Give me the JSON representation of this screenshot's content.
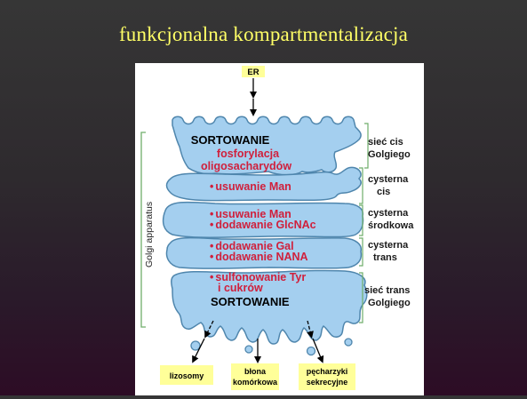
{
  "slide": {
    "title": "funkcjonalna kompartmentalizacja"
  },
  "diagram": {
    "er_label": "ER",
    "golgi_label": "Golgi apparatus",
    "cis_network": {
      "heading": "SORTOWANIE",
      "line1": "fosforylacja",
      "line2": "oligosacharydów"
    },
    "cis_cisterna": {
      "item1": "usuwanie Man"
    },
    "medial_cisterna": {
      "item1": "usuwanie Man",
      "item2": "dodawanie GlcNAc"
    },
    "trans_cisterna": {
      "item1": "dodawanie Gal",
      "item2": "dodawanie NANA"
    },
    "trans_network": {
      "item1": "sulfonowanie Tyr",
      "item1b": "i cukrów",
      "heading": "SORTOWANIE"
    },
    "side_labels": {
      "cis_network": [
        "sieć cis",
        "Golgiego"
      ],
      "cis_cisterna": [
        "cysterna",
        "cis"
      ],
      "medial_cisterna": [
        "cysterna",
        "środkowa"
      ],
      "trans_cisterna": [
        "cysterna",
        "trans"
      ],
      "trans_network": [
        "sieć trans",
        "Golgiego"
      ]
    },
    "destinations": {
      "lysosomes": [
        "lizosomy"
      ],
      "membrane": [
        "błona",
        "komórkowa"
      ],
      "vesicles": [
        "pęcharzyki",
        "sekrecyjne"
      ]
    },
    "colors": {
      "cisterna_fill": "#a4cfef",
      "cisterna_stroke": "#4f86ad",
      "label_box": "#ffff99",
      "red_text": "#d0203c",
      "title": "#ffff66"
    }
  }
}
